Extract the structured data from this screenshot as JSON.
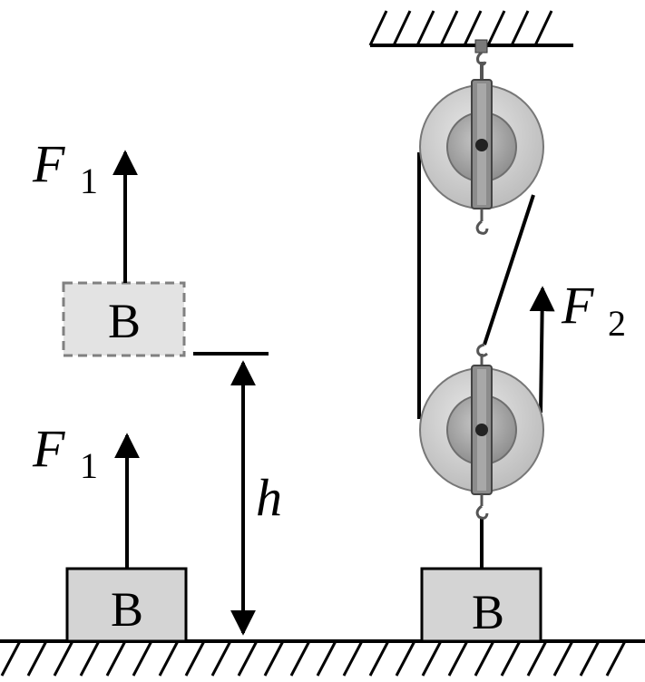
{
  "labels": {
    "force1_symbol": "F",
    "force1_subscript": "1",
    "force2_symbol": "F",
    "force2_subscript": "2",
    "height": "h"
  },
  "blocks": {
    "dashed_upper": "B",
    "ground_left": "B",
    "ground_right": "B"
  },
  "colors": {
    "block_fill": "#d4d4d4",
    "dashed_block_fill": "#e3e3e3",
    "pulley_outer": "#cfcfcf",
    "pulley_inner": "#a9a9a9",
    "axle_plate": "#8c8c8c",
    "stroke": "#000000"
  },
  "icons": [
    "ceiling-hatch-icon",
    "ground-hatch-icon",
    "pulley-icon",
    "hook-icon",
    "arrow-icon"
  ]
}
